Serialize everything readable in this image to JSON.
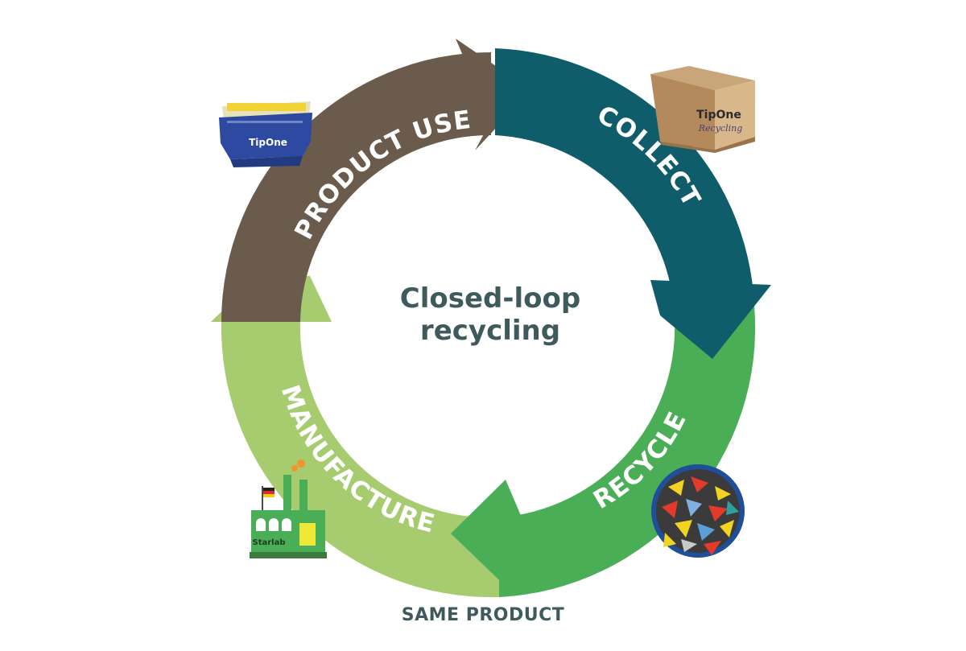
{
  "diagram": {
    "center_title_line1": "Closed-loop",
    "center_title_line2": "recycling",
    "segments": [
      {
        "id": "product-use",
        "label": "PRODUCT USE",
        "color": "#6b5b4c"
      },
      {
        "id": "collect",
        "label": "COLLECT",
        "color": "#0f5d6a"
      },
      {
        "id": "recycle",
        "label": "RECYCLE",
        "color": "#4aae57"
      },
      {
        "id": "manufacture",
        "label": "MANUFACTURE",
        "color": "#a7cc6f"
      }
    ],
    "footer": "SAME PRODUCT"
  },
  "illustrations": {
    "tip_box": {
      "brand": "TipOne",
      "icon": "pipette-tip-box-icon"
    },
    "shipping_box": {
      "brand": "TipOne",
      "sub": "Recycling",
      "icon": "cardboard-box-icon"
    },
    "shredded_plastic": {
      "icon": "shredded-plastic-bowl-icon"
    },
    "factory": {
      "brand": "Starlab",
      "icon": "factory-icon",
      "flag": "germany-flag"
    }
  }
}
